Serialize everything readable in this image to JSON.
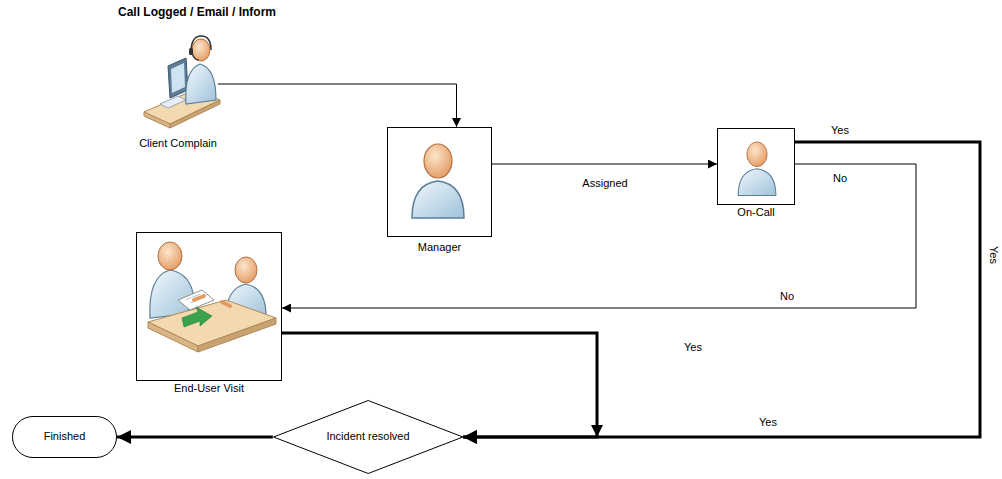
{
  "diagram": {
    "title": "Call Logged / Email / Inform",
    "nodes": [
      {
        "text": [
          "Client Complain"
        ]
      },
      {
        "text": [
          "Manager"
        ]
      },
      {
        "text": [
          "On-Call"
        ]
      },
      {
        "text": [
          "End-User Visit"
        ]
      },
      {
        "text": [
          "Incident resolved"
        ]
      },
      {
        "text": [
          "Finished"
        ]
      }
    ],
    "edges": [
      {
        "from": 0,
        "to": 1,
        "arrow": "to"
      },
      {
        "from": 1,
        "to": 2,
        "label": "Assigned",
        "arrow": "to"
      },
      {
        "from": 2,
        "to": 4,
        "label": "Yes",
        "arrow": "to"
      },
      {
        "from": 2,
        "to": 3,
        "label": "No",
        "arrow": "to"
      },
      {
        "from": 3,
        "to": 4,
        "label": "Yes",
        "arrow": "to"
      },
      {
        "from": 4,
        "to": 5,
        "arrow": "to"
      }
    ],
    "labels": [
      "Yes",
      "Yes",
      "No"
    ]
  }
}
